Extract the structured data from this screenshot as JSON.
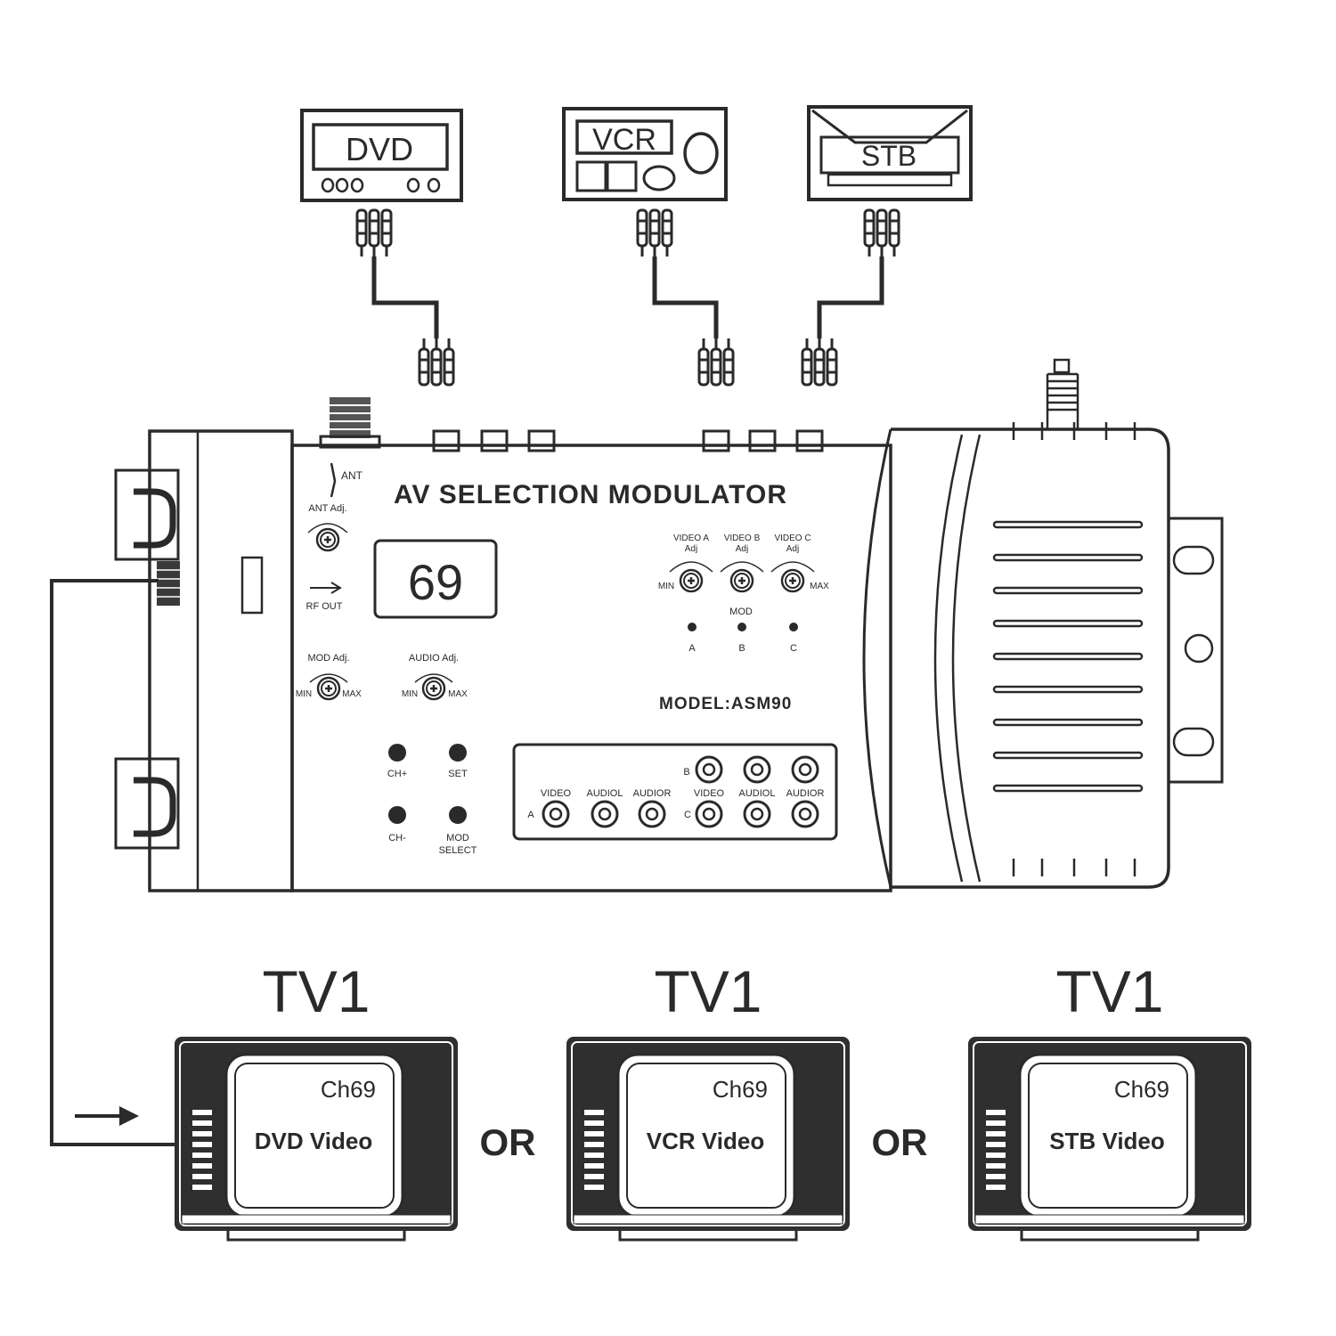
{
  "sources": {
    "dvd": {
      "label": "DVD"
    },
    "vcr": {
      "label": "VCR"
    },
    "stb": {
      "label": "STB"
    }
  },
  "modulator": {
    "title": "AV SELECTION MODULATOR",
    "model": "MODEL:ASM90",
    "display_value": "69",
    "ant_label": "ANT",
    "ant_adj_label": "ANT Adj.",
    "rf_out_label": "RF OUT",
    "mod_adj_label": "MOD Adj.",
    "audio_adj_label": "AUDIO Adj.",
    "min_label": "MIN",
    "max_label": "MAX",
    "video_a_adj": [
      "VIDEO A",
      "Adj"
    ],
    "video_b_adj": [
      "VIDEO B",
      "Adj"
    ],
    "video_c_adj": [
      "VIDEO C",
      "Adj"
    ],
    "mod_label": "MOD",
    "led_a": "A",
    "led_b": "B",
    "led_c": "C",
    "btn_ch_plus": "CH+",
    "btn_set": "SET",
    "btn_ch_minus": "CH-",
    "btn_mod_select": [
      "MOD",
      "SELECT"
    ],
    "jack_labels": {
      "video": "VIDEO",
      "audiol": "AUDIOL",
      "audior": "AUDIOR",
      "a": "A",
      "b": "B",
      "c": "C"
    }
  },
  "tvs": [
    {
      "title": "TV1",
      "channel": "Ch69",
      "content": "DVD Video"
    },
    {
      "title": "TV1",
      "channel": "Ch69",
      "content": "VCR Video"
    },
    {
      "title": "TV1",
      "channel": "Ch69",
      "content": "STB Video"
    }
  ],
  "or_label": "OR"
}
